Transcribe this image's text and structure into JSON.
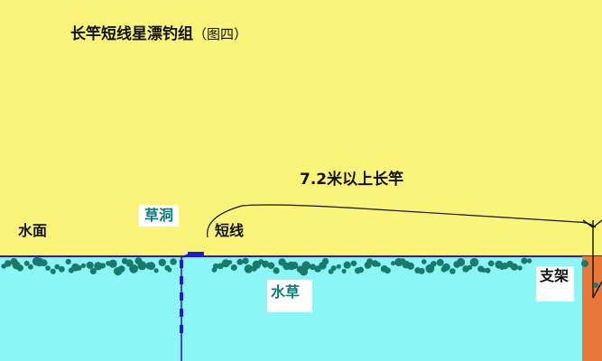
{
  "title": "长竿短线星漂钓组",
  "title_suffix": "（图四）",
  "labels": {
    "rod": "7.2米以上长竿",
    "water_surface": "水面",
    "weed_hole": "草洞",
    "short_line": "短线",
    "water_weeds": "水草",
    "rod_stand": "支架"
  },
  "colors": {
    "sky": "#fbf47a",
    "water": "#8cf6f6",
    "weeds": "#1a7a6a",
    "line": "#1a1adc",
    "stand": "#e9763a"
  }
}
